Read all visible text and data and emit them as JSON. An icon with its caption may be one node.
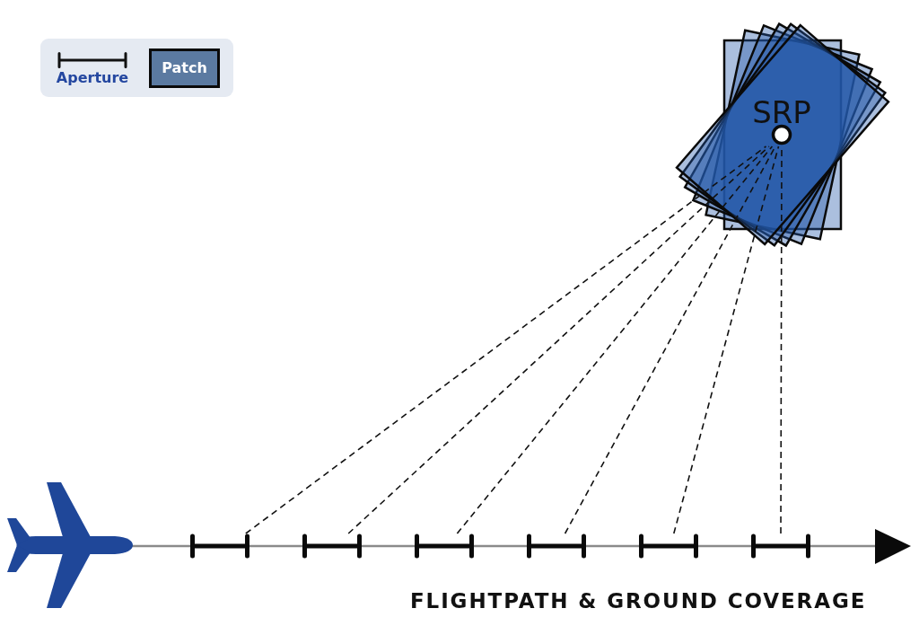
{
  "diagram": {
    "caption": "FLIGHTPATH & GROUND COVERAGE",
    "nodes": [
      {
        "text": [
          "SRP"
        ]
      },
      {
        "text": [],
        "shape": "bar"
      },
      {
        "text": [],
        "shape": "bar"
      },
      {
        "text": [],
        "shape": "bar"
      },
      {
        "text": [],
        "shape": "bar"
      },
      {
        "text": [],
        "shape": "bar"
      },
      {
        "text": [],
        "shape": "bar"
      }
    ],
    "edges": [
      {
        "from": 1,
        "to": 0,
        "arrow": "none",
        "style": "dashed"
      },
      {
        "from": 2,
        "to": 0,
        "arrow": "none",
        "style": "dashed"
      },
      {
        "from": 3,
        "to": 0,
        "arrow": "none",
        "style": "dashed"
      },
      {
        "from": 4,
        "to": 0,
        "arrow": "none",
        "style": "dashed"
      },
      {
        "from": 5,
        "to": 0,
        "arrow": "none",
        "style": "dashed"
      },
      {
        "from": 6,
        "to": 0,
        "arrow": "none",
        "style": "dashed"
      }
    ],
    "legend": [
      {
        "text": "Aperture"
      },
      {
        "text": "Patch",
        "color": "#5b7aa1"
      }
    ]
  }
}
